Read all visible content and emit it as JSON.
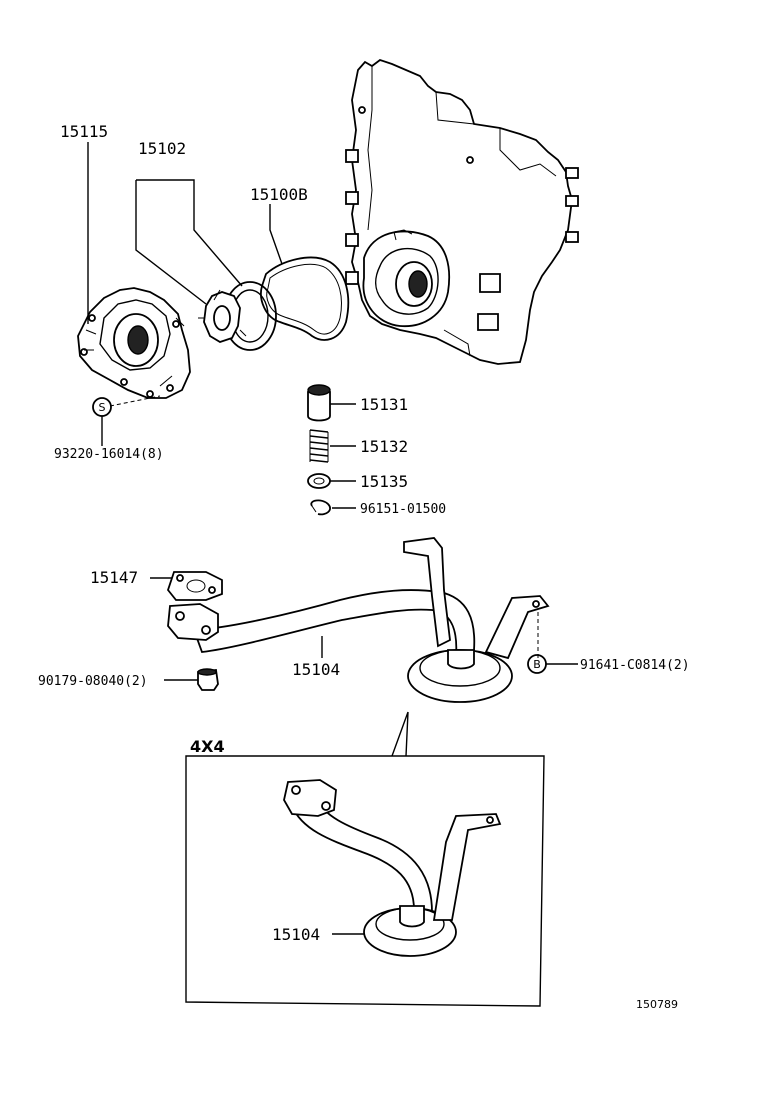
{
  "labels": {
    "p15115": "15115",
    "p15102": "15102",
    "p15100b": "15100B",
    "p93220": "93220-16014(8)",
    "p15131": "15131",
    "p15132": "15132",
    "p15135": "15135",
    "p96151": "96151-01500",
    "p15147": "15147",
    "p15104": "15104",
    "p90179": "90179-08040(2)",
    "p91641": "91641-C0814(2)",
    "inset_title": "4X4",
    "inset_15104": "15104",
    "fig_ref": "150789"
  },
  "symbols": {
    "s_mark": "S",
    "b_mark": "B"
  }
}
